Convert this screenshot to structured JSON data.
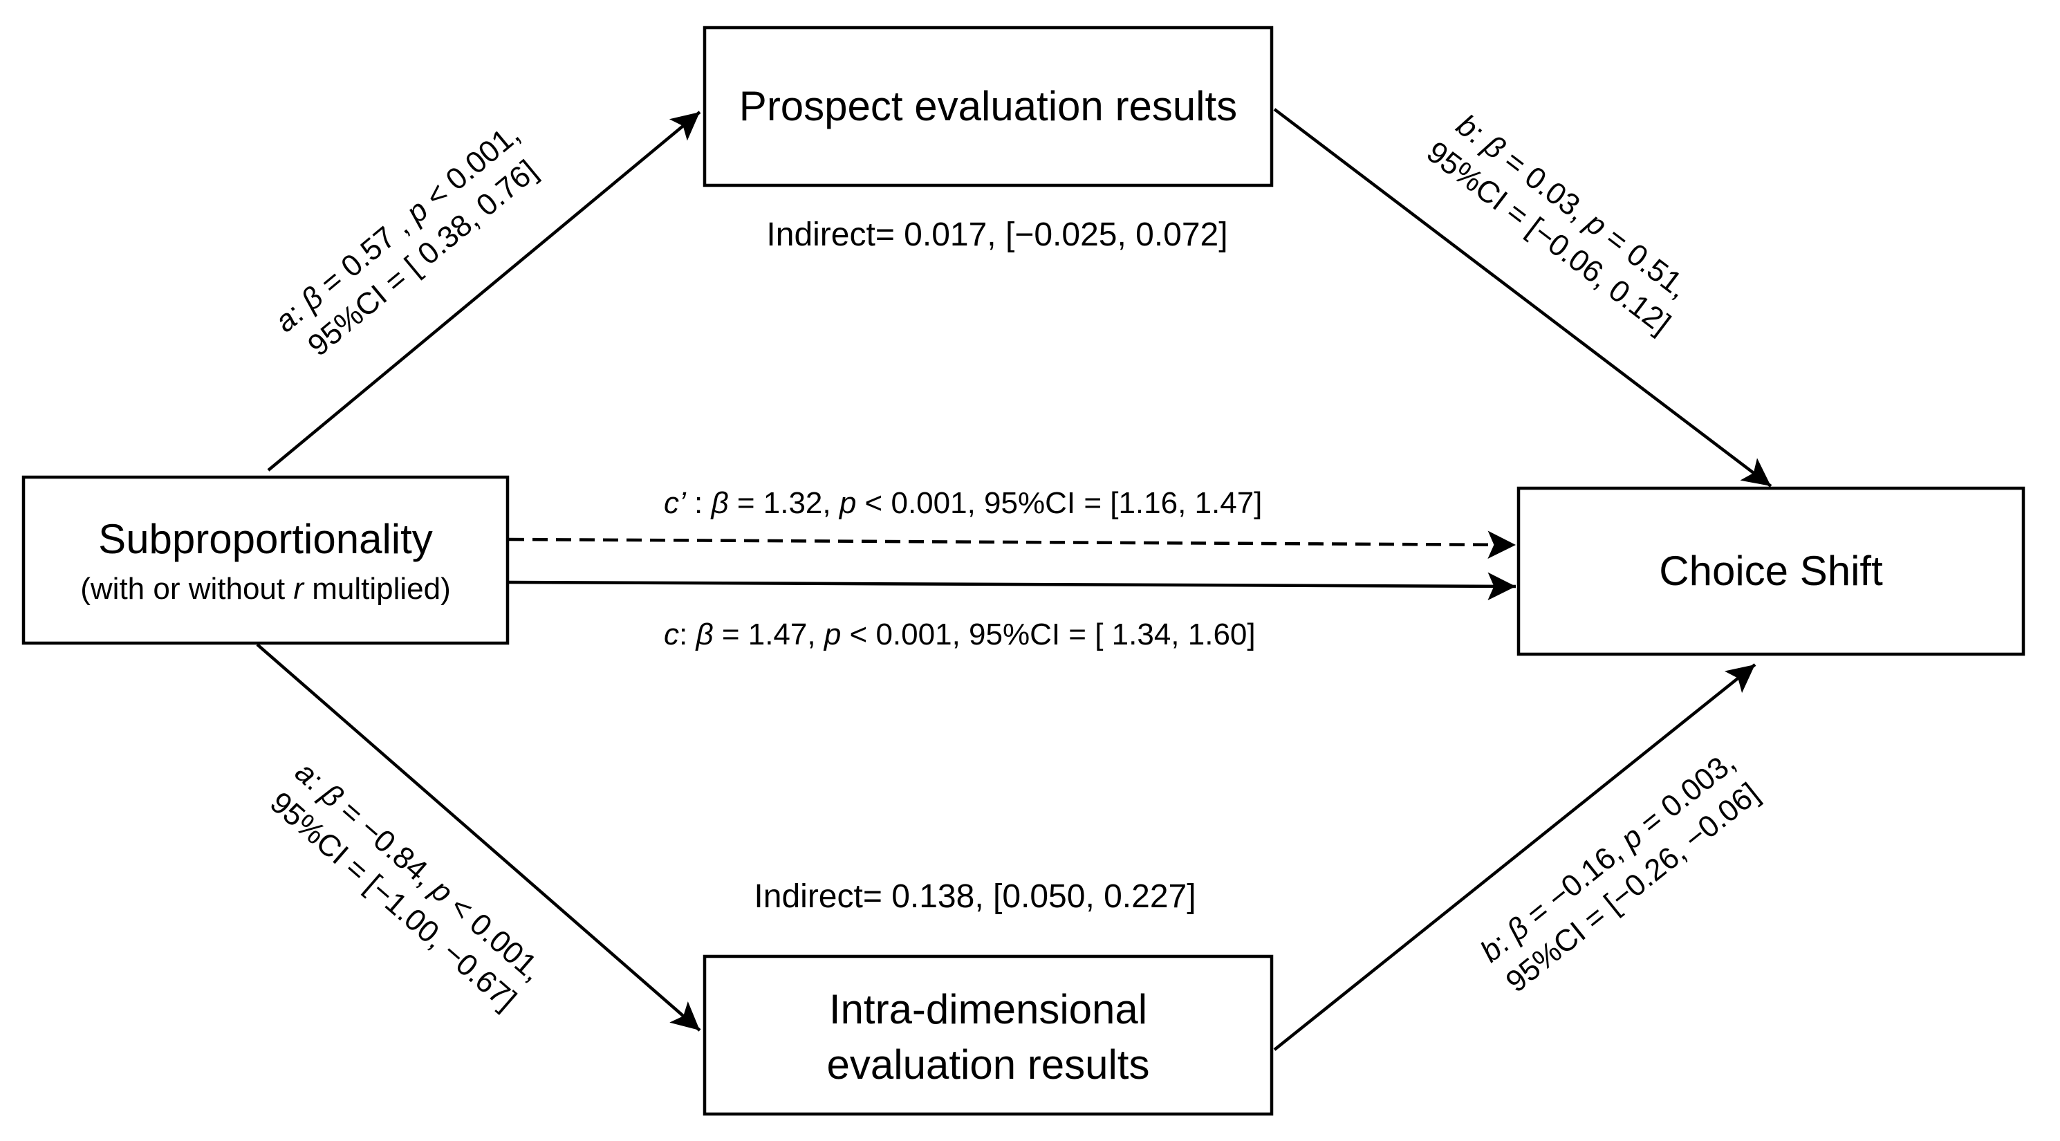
{
  "nodes": {
    "subproportionality": {
      "title": "Subproportionality",
      "subtitle_pre": "(with or without ",
      "subtitle_var": "r",
      "subtitle_post": " multiplied)"
    },
    "prospect": {
      "title": "Prospect evaluation results"
    },
    "intra": {
      "line1": "Intra-dimensional",
      "line2": "evaluation results"
    },
    "choice": {
      "title": "Choice Shift"
    }
  },
  "edges": {
    "a_top": {
      "path": "a",
      "line1": " = 0.57 , ",
      "line1_p": " < 0.001,",
      "line2": "95%CI = [ 0.38,  0.76]"
    },
    "b_top": {
      "path": "b",
      "line1": " = 0.03, ",
      "line1_p": " = 0.51,",
      "line2": "95%CI = [−0.06, 0.12]"
    },
    "a_bottom": {
      "path": "a",
      "line1": " = −0.84, ",
      "line1_p": " < 0.001,",
      "line2": "95%CI = [−1.00, −0.67]"
    },
    "b_bottom": {
      "path": "b",
      "line1": " = −0.16, ",
      "line1_p": " = 0.003,",
      "line2": "95%CI = [−0.26, −0.06]"
    },
    "c_prime": {
      "path": "c’",
      "sep": " : ",
      "beta_text": " = 1.32,  ",
      "p_text": " < 0.001, 95%CI = [1.16, 1.47]"
    },
    "c": {
      "path": "c",
      "sep": ": ",
      "beta_text": " = 1.47, ",
      "p_text": " < 0.001, 95%CI = [ 1.34, 1.60]"
    }
  },
  "symbols": {
    "beta": "β",
    "p": "p",
    "colon": ": "
  },
  "indirect": {
    "top": "Indirect= 0.017, [−0.025, 0.072]",
    "bottom": "Indirect= 0.138, [0.050, 0.227]"
  }
}
